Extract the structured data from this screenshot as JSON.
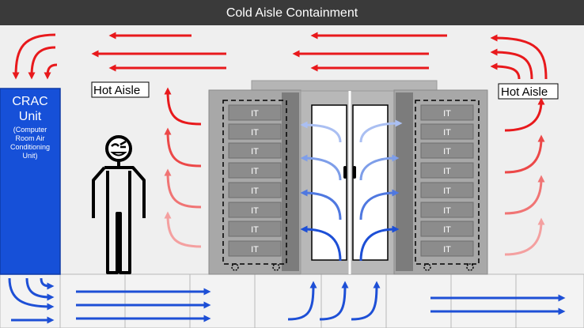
{
  "header": {
    "title": "Cold Aisle Containment"
  },
  "labels": {
    "hot_aisle_left": "Hot Aisle",
    "hot_aisle_right": "Hot Aisle"
  },
  "crac": {
    "title_line1": "CRAC",
    "title_line2": "Unit",
    "sub_lines": [
      "(Computer",
      "Room Air",
      "Conditioning",
      "Unit)"
    ]
  },
  "racks": {
    "left": [
      "IT",
      "IT",
      "IT",
      "IT",
      "IT",
      "IT",
      "IT",
      "IT"
    ],
    "right": [
      "IT",
      "IT",
      "IT",
      "IT",
      "IT",
      "IT",
      "IT",
      "IT"
    ]
  },
  "colors": {
    "header_bg": "#3a3a3a",
    "room_bg": "#efefef",
    "crac": "#1650d8",
    "hot_arrow": "#e8191c",
    "cold_arrow": "#1d4fd6",
    "rack": "#a8a8a8",
    "rack_dark": "#7c7c7c",
    "doors": "#b8b8b8"
  }
}
